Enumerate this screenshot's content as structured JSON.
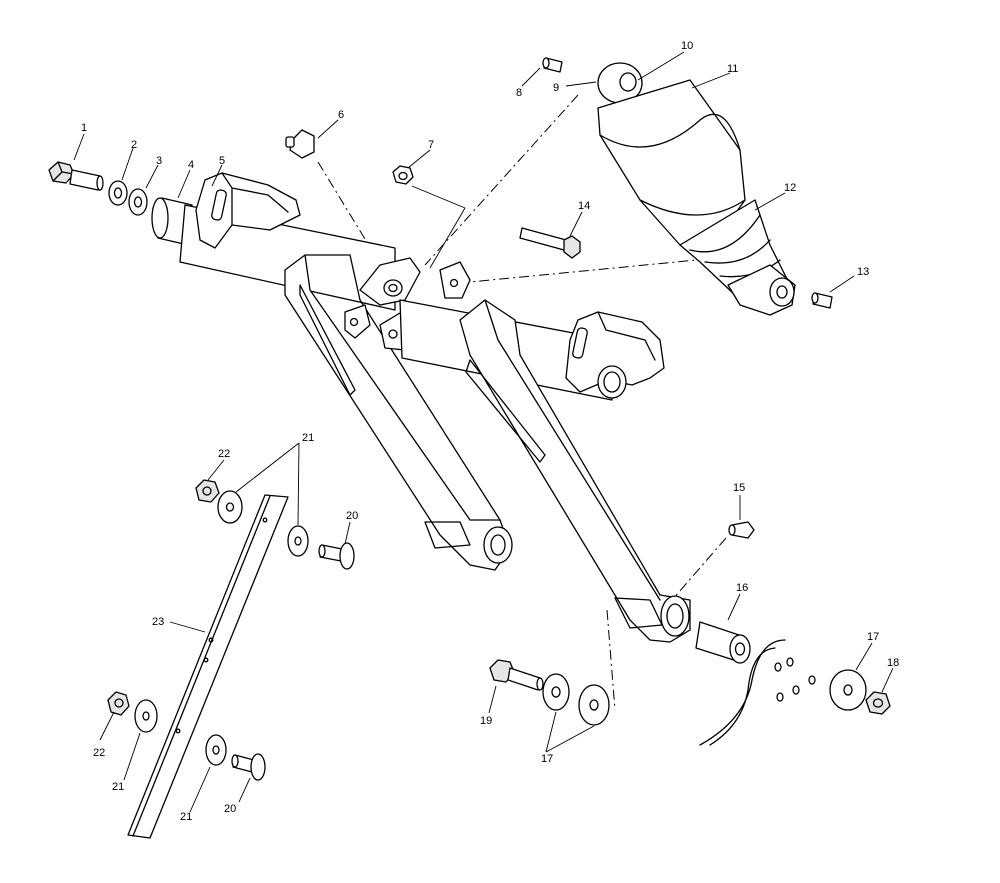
{
  "callouts": [
    {
      "id": "c1",
      "text": "1"
    },
    {
      "id": "c2",
      "text": "2"
    },
    {
      "id": "c3",
      "text": "3"
    },
    {
      "id": "c4",
      "text": "4"
    },
    {
      "id": "c5",
      "text": "5"
    },
    {
      "id": "c6",
      "text": "6"
    },
    {
      "id": "c7",
      "text": "7"
    },
    {
      "id": "c8",
      "text": "8"
    },
    {
      "id": "c9",
      "text": "9"
    },
    {
      "id": "c10",
      "text": "10"
    },
    {
      "id": "c11",
      "text": "11"
    },
    {
      "id": "c12",
      "text": "12"
    },
    {
      "id": "c13",
      "text": "13"
    },
    {
      "id": "c14",
      "text": "14"
    },
    {
      "id": "c15",
      "text": "15"
    },
    {
      "id": "c16",
      "text": "16"
    },
    {
      "id": "c17a",
      "text": "17"
    },
    {
      "id": "c17b",
      "text": "17"
    },
    {
      "id": "c18",
      "text": "18"
    },
    {
      "id": "c19",
      "text": "19"
    },
    {
      "id": "c20a",
      "text": "20"
    },
    {
      "id": "c20b",
      "text": "20"
    },
    {
      "id": "c21a",
      "text": "21"
    },
    {
      "id": "c21b",
      "text": "21"
    },
    {
      "id": "c21c",
      "text": "21"
    },
    {
      "id": "c22a",
      "text": "22"
    },
    {
      "id": "c22b",
      "text": "22"
    },
    {
      "id": "c23",
      "text": "23"
    }
  ]
}
